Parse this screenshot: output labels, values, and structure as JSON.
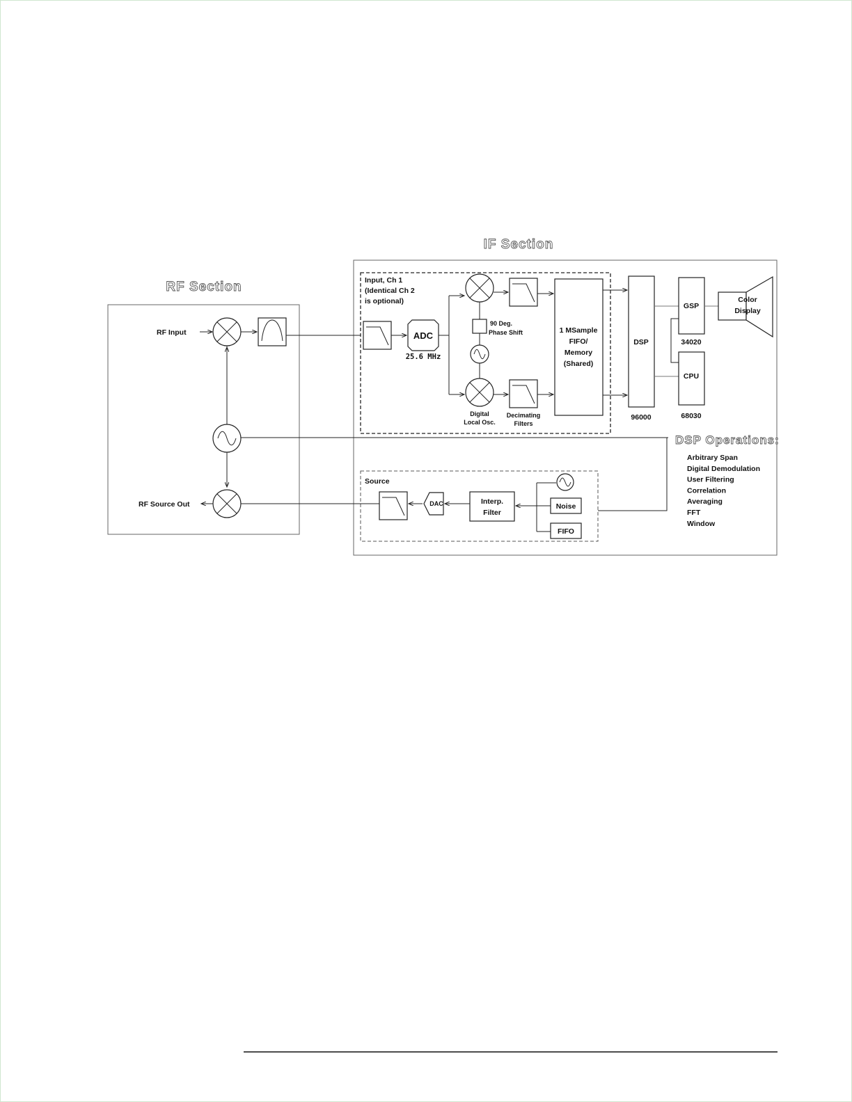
{
  "headings": {
    "rf_section": "RF Section",
    "if_section": "IF Section",
    "dsp_operations": "DSP Operations:"
  },
  "rf": {
    "input": "RF Input",
    "source_out": "RF Source Out"
  },
  "input_channel": {
    "label_line1": "Input, Ch 1",
    "label_line2": "(Identical Ch 2",
    "label_line3": " is optional)",
    "adc": "ADC",
    "adc_rate": "25.6 MHz",
    "phase_shift_line1": "90 Deg.",
    "phase_shift_line2": "Phase Shift",
    "lo_line1": "Digital",
    "lo_line2": "Local Osc.",
    "filters_line1": "Decimating",
    "filters_line2": "Filters",
    "memory_line1": "1 MSample",
    "memory_line2": "FIFO/",
    "memory_line3": "Memory",
    "memory_line4": "(Shared)"
  },
  "processing": {
    "dsp": "DSP",
    "dsp_part": "96000",
    "gsp": "GSP",
    "gsp_part": "34020",
    "cpu": "CPU",
    "cpu_part": "68030",
    "display_line1": "Color",
    "display_line2": "Display"
  },
  "dsp_operations": [
    "Arbitrary Span",
    "Digital Demodulation",
    "User Filtering",
    "Correlation",
    "Averaging",
    "FFT",
    "Window"
  ],
  "source": {
    "label": "Source",
    "dac": "DAC",
    "interp_line1": "Interp.",
    "interp_line2": "Filter",
    "noise": "Noise",
    "fifo": "FIFO"
  }
}
